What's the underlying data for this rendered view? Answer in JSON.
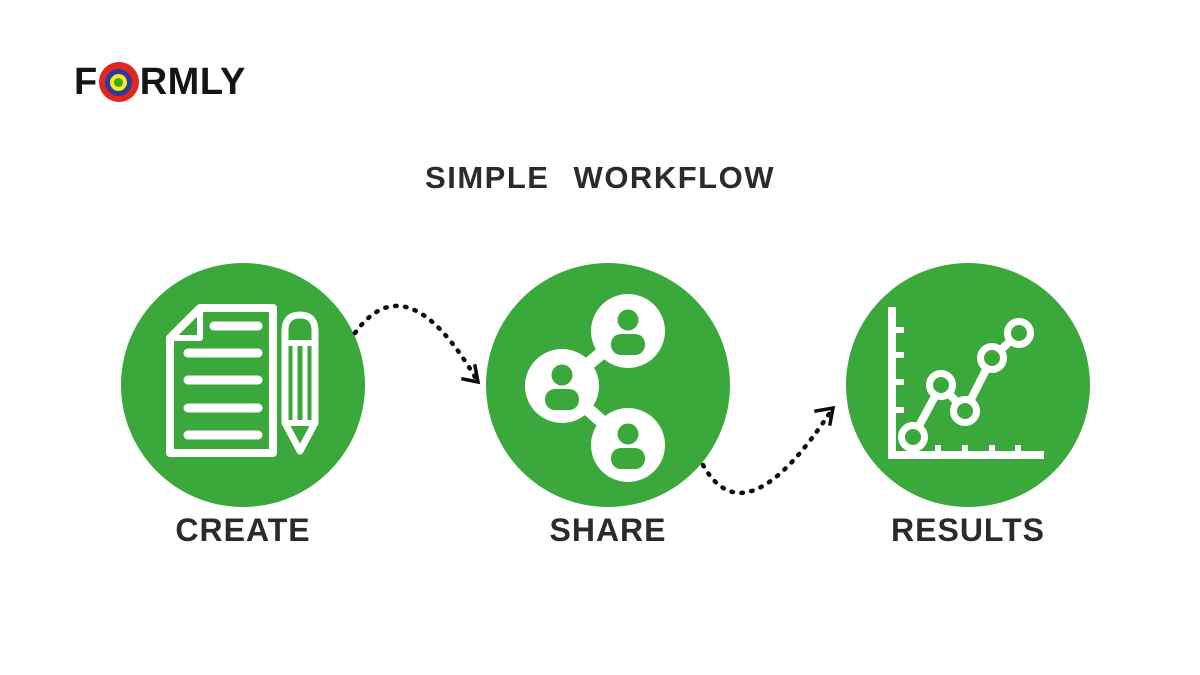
{
  "logo": {
    "text_before": "F",
    "text_after": "RMLY"
  },
  "title": "SIMPLE WORKFLOW",
  "steps": [
    {
      "id": "create",
      "label": "CREATE",
      "icon": "document-pencil-icon"
    },
    {
      "id": "share",
      "label": "SHARE",
      "icon": "share-network-icon"
    },
    {
      "id": "results",
      "label": "RESULTS",
      "icon": "growth-chart-icon"
    }
  ],
  "connectors": [
    {
      "from": "CREATE",
      "to": "SHARE",
      "style": "dotted-arrow"
    },
    {
      "from": "SHARE",
      "to": "RESULTS",
      "style": "dotted-arrow"
    }
  ],
  "colors": {
    "green": "#3aa83a",
    "ink": "#2b2b2b",
    "arrow": "#0d0d0d",
    "logo_red": "#e0261d",
    "logo_blue": "#2b3a9e",
    "logo_yellow": "#f6e821",
    "logo_green": "#3fa324",
    "background": "#ffffff",
    "icon_white": "#ffffff"
  }
}
